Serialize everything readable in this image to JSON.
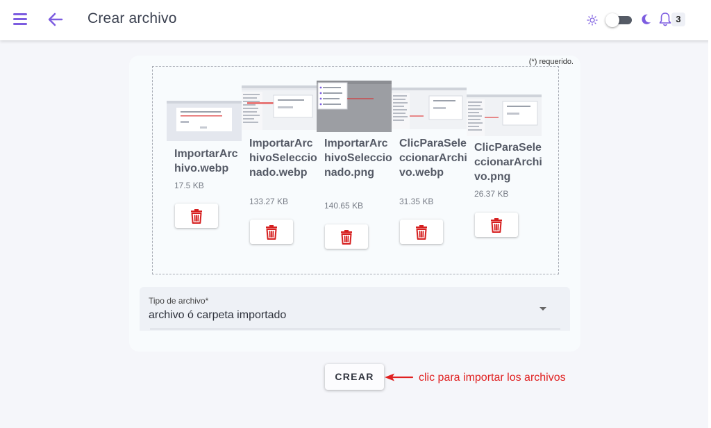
{
  "header": {
    "title": "Crear archivo",
    "notification_count": "3",
    "accent_color": "#7c5ce0"
  },
  "form": {
    "required_note": "(*) requerido.",
    "files": [
      {
        "name": "ImportarArchivo.webp",
        "size": "17.5 KB"
      },
      {
        "name": "ImportarArchivoSeleccionado.webp",
        "size": "133.27 KB"
      },
      {
        "name": "ImportarArchivoSeleccionado.png",
        "size": "140.65 KB"
      },
      {
        "name": "ClicParaSeleccionarArchivo.webp",
        "size": "31.35 KB"
      },
      {
        "name": "ClicParaSeleccionarArchivo.png",
        "size": "26.37 KB"
      }
    ],
    "file_type": {
      "label": "Tipo de archivo*",
      "value": "archivo ó carpeta importado"
    },
    "create_label": "CREAR"
  },
  "annotation": {
    "text": "clic para importar los archivos",
    "color": "#e02020"
  }
}
